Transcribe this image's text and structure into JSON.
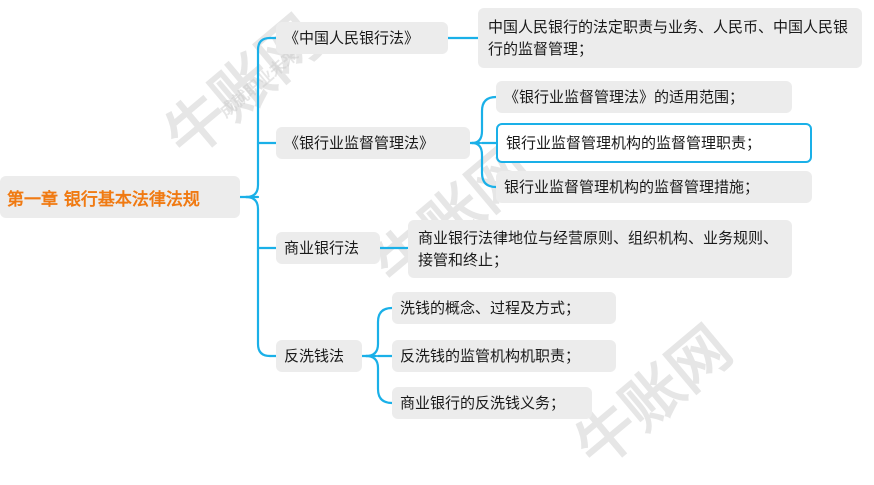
{
  "root": {
    "label": "第一章 银行基本法律法规"
  },
  "branches": [
    {
      "label": "《中国人民银行法》",
      "children": [
        "中国人民银行的法定职责与业务、人民币、中国人民银行的监督管理；"
      ]
    },
    {
      "label": "《银行业监督管理法》",
      "children": [
        "《银行业监督管理法》的适用范围；",
        "银行业监督管理机构的监督管理职责；",
        "银行业监督管理机构的监督管理措施；"
      ]
    },
    {
      "label": "商业银行法",
      "children": [
        "商业银行法律地位与经营原则、组织机构、业务规则、接管和终止；"
      ]
    },
    {
      "label": "反洗钱法",
      "children": [
        "洗钱的概念、过程及方式；",
        "反洗钱的监管机构机职责；",
        "商业银行的反洗钱义务；"
      ]
    }
  ],
  "watermark": {
    "brand": "牛账网",
    "slogan": "成就职业未来"
  },
  "colors": {
    "connector": "#1ab0e8",
    "root_text": "#f07a12",
    "node_bg": "#ececec",
    "selected_border": "#1ab0e8"
  }
}
